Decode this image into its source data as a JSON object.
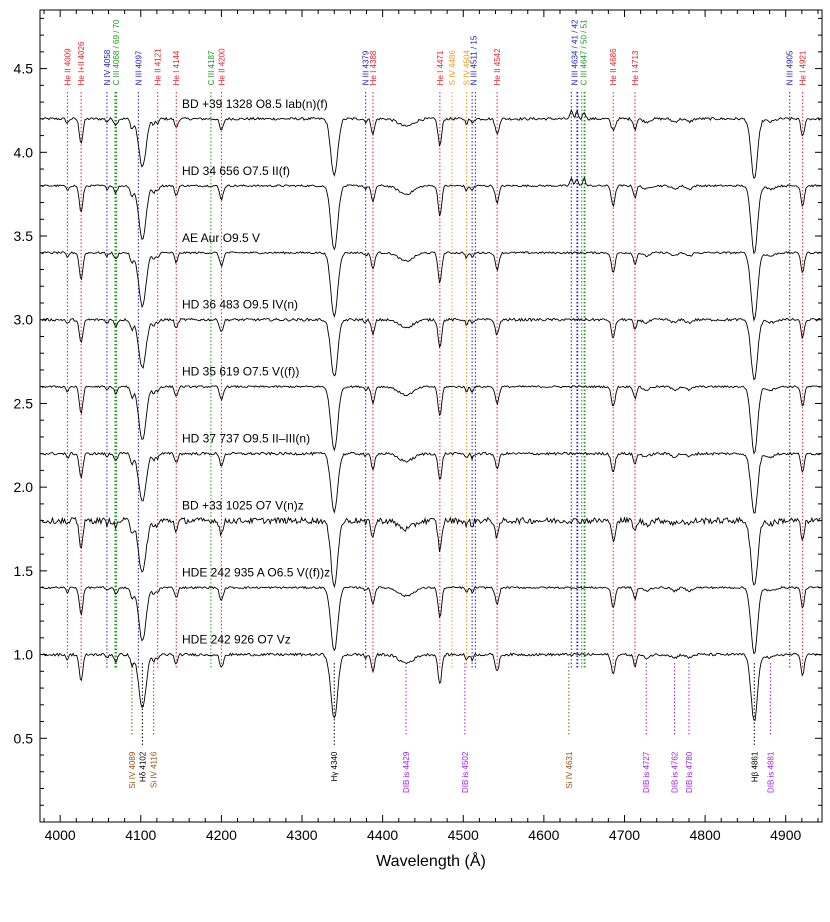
{
  "chart_data": {
    "type": "line",
    "title": "",
    "xlabel": "Wavelength (Å)",
    "ylabel": "",
    "xlim": [
      3975,
      4945
    ],
    "ylim": [
      0.0,
      4.85
    ],
    "x_ticks": [
      4000,
      4100,
      4200,
      4300,
      4400,
      4500,
      4600,
      4700,
      4800,
      4900
    ],
    "y_ticks": [
      0.5,
      1.0,
      1.5,
      2.0,
      2.5,
      3.0,
      3.5,
      4.0,
      4.5
    ],
    "x_tick_labels": [
      "4000",
      "4100",
      "4200",
      "4300",
      "4400",
      "4500",
      "4600",
      "4700",
      "4800",
      "4900"
    ],
    "y_tick_labels": [
      "0.5",
      "1.0",
      "1.5",
      "2.0",
      "2.5",
      "3.0",
      "3.5",
      "4.0",
      "4.5"
    ],
    "grid": false,
    "colors": {
      "He II": "#e8202a",
      "He I": "#e8202a",
      "N": "#2020c8",
      "C": "#1a9a1a",
      "S": "#f39a1a",
      "Si": "#9a5010",
      "DIB": "#a020f0",
      "H": "#000000"
    },
    "series": [
      {
        "name": "BD +39 1328   O8.5 Iab(n)(f)",
        "baseline": 4.2,
        "noise": 0.008,
        "scale": 0.9,
        "em": [
          4634,
          4641,
          4650,
          4686
        ]
      },
      {
        "name": "HD 34 656   O7.5 II(f)",
        "baseline": 3.8,
        "noise": 0.006,
        "scale": 1.0,
        "em": [
          4634,
          4641,
          4650
        ]
      },
      {
        "name": "AE Aur   O9.5 V",
        "baseline": 3.4,
        "noise": 0.006,
        "scale": 1.0,
        "em": []
      },
      {
        "name": "HD 36 483   O9.5 IV(n)",
        "baseline": 3.0,
        "noise": 0.008,
        "scale": 0.9,
        "em": []
      },
      {
        "name": "HD 35 619   O7.5 V((f))",
        "baseline": 2.6,
        "noise": 0.006,
        "scale": 1.0,
        "em": []
      },
      {
        "name": "HD 37 737   O9.5 II–III(n)",
        "baseline": 2.2,
        "noise": 0.008,
        "scale": 0.9,
        "em": []
      },
      {
        "name": "BD +33 1025   O7 V(n)z",
        "baseline": 1.8,
        "noise": 0.018,
        "scale": 1.0,
        "em": []
      },
      {
        "name": "HDE 242 935 A   O6.5 V((f))z",
        "baseline": 1.4,
        "noise": 0.006,
        "scale": 1.0,
        "em": []
      },
      {
        "name": "HDE 242 926   O7 Vz",
        "baseline": 1.0,
        "noise": 0.008,
        "scale": 1.0,
        "em": []
      }
    ],
    "top_lines": [
      {
        "label": "He II 4009",
        "x": 4009,
        "group": "He I"
      },
      {
        "label": "He I+II 4026",
        "x": 4026,
        "group": "He II"
      },
      {
        "label": "N IV 4058",
        "x": 4058,
        "group": "N"
      },
      {
        "label": "C III 4068 / 69 / 70",
        "x": 4069,
        "group": "C",
        "multi": [
          4068,
          4069,
          4070
        ]
      },
      {
        "label": "N III 4097",
        "x": 4097,
        "group": "N"
      },
      {
        "label": "He II 4121",
        "x": 4121,
        "group": "He I"
      },
      {
        "label": "He I 4144",
        "x": 4144,
        "group": "He I"
      },
      {
        "label": "C III 4187",
        "x": 4187,
        "group": "C"
      },
      {
        "label": "He II 4200",
        "x": 4200,
        "group": "He II"
      },
      {
        "label": "N III 4379",
        "x": 4379,
        "group": "N"
      },
      {
        "label": "He I 4388",
        "x": 4388,
        "group": "He I"
      },
      {
        "label": "He I 4471",
        "x": 4471,
        "group": "He I"
      },
      {
        "label": "S IV 4486",
        "x": 4486,
        "group": "S"
      },
      {
        "label": "S IV 4504",
        "x": 4504,
        "group": "S"
      },
      {
        "label": "N III 4511 / 15",
        "x": 4513,
        "group": "N",
        "multi": [
          4511,
          4515
        ]
      },
      {
        "label": "He II 4542",
        "x": 4542,
        "group": "He II"
      },
      {
        "label": "N III 4634 / 41 / 42",
        "x": 4638,
        "group": "N",
        "multi": [
          4634,
          4641,
          4642
        ]
      },
      {
        "label": "C III 4647 / 50 / 51",
        "x": 4649,
        "group": "C",
        "multi": [
          4647,
          4650,
          4651
        ]
      },
      {
        "label": "He II 4686",
        "x": 4686,
        "group": "He II"
      },
      {
        "label": "He I 4713",
        "x": 4713,
        "group": "He I"
      },
      {
        "label": "N III 4905",
        "x": 4905,
        "group": "N"
      },
      {
        "label": "He I 4921",
        "x": 4921,
        "group": "He I"
      }
    ],
    "bottom_lines": [
      {
        "label": "Si IV 4089",
        "x": 4089,
        "group": "Si"
      },
      {
        "label": "Hδ 4102",
        "x": 4102,
        "group": "H"
      },
      {
        "label": "Si IV 4116",
        "x": 4116,
        "group": "Si"
      },
      {
        "label": "Hγ 4340",
        "x": 4340,
        "group": "H"
      },
      {
        "label": "DIB is 4429",
        "x": 4429,
        "group": "DIB"
      },
      {
        "label": "DIB is 4502",
        "x": 4502,
        "group": "DIB"
      },
      {
        "label": "Si IV 4631",
        "x": 4631,
        "group": "Si"
      },
      {
        "label": "DIB is 4727",
        "x": 4727,
        "group": "DIB"
      },
      {
        "label": "DIB is 4762",
        "x": 4762,
        "group": "DIB"
      },
      {
        "label": "DIB is 4780",
        "x": 4780,
        "group": "DIB"
      },
      {
        "label": "Hβ 4861",
        "x": 4861,
        "group": "H"
      },
      {
        "label": "DIB is 4881",
        "x": 4881,
        "group": "DIB"
      }
    ]
  }
}
